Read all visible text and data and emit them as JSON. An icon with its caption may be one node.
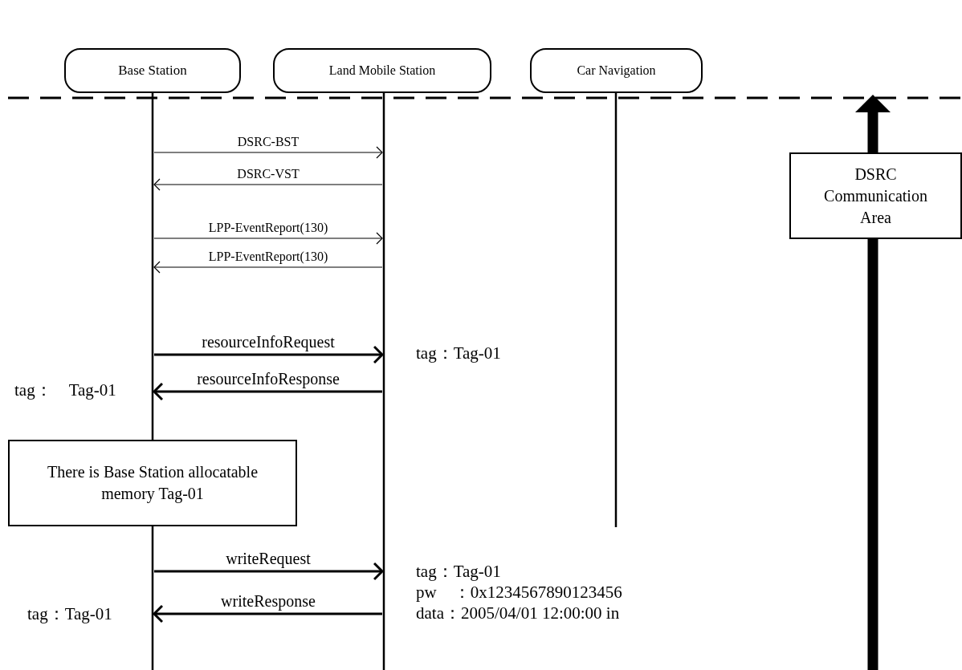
{
  "diagram": {
    "nodes": [
      {
        "text": [
          "Base Station"
        ]
      },
      {
        "text": [
          "Land Mobile Station"
        ]
      },
      {
        "text": [
          "Car Navigation"
        ]
      },
      {
        "text": [
          "There is Base Station allocatable memory Tag-01"
        ]
      },
      {
        "text": [
          "DSRC Communication Area"
        ]
      }
    ],
    "edges": [
      {
        "from": 0,
        "to": 1,
        "arrow": "to",
        "label": "DSRC-BST"
      },
      {
        "from": 1,
        "to": 0,
        "arrow": "to",
        "label": "DSRC-VST"
      },
      {
        "from": 0,
        "to": 1,
        "arrow": "to",
        "label": "LPP-EventReport(130)"
      },
      {
        "from": 1,
        "to": 0,
        "arrow": "to",
        "label": "LPP-EventReport(130)"
      },
      {
        "from": 0,
        "to": 1,
        "arrow": "to",
        "label": "resourceInfoRequest",
        "style": "thick"
      },
      {
        "from": 1,
        "to": 0,
        "arrow": "to",
        "label": "resourceInfoResponse",
        "style": "thick"
      },
      {
        "from": 0,
        "to": 1,
        "arrow": "to",
        "label": "writeRequest",
        "style": "thick"
      },
      {
        "from": 1,
        "to": 0,
        "arrow": "to",
        "label": "writeResponse",
        "style": "thick"
      }
    ],
    "labels": [
      "tag：Tag-01",
      "tag：　Tag-01",
      "tag：Tag-01",
      "pw　：0x1234567890123456",
      "data：2005/04/01 12:00:00 in",
      "tag：Tag-01"
    ]
  }
}
